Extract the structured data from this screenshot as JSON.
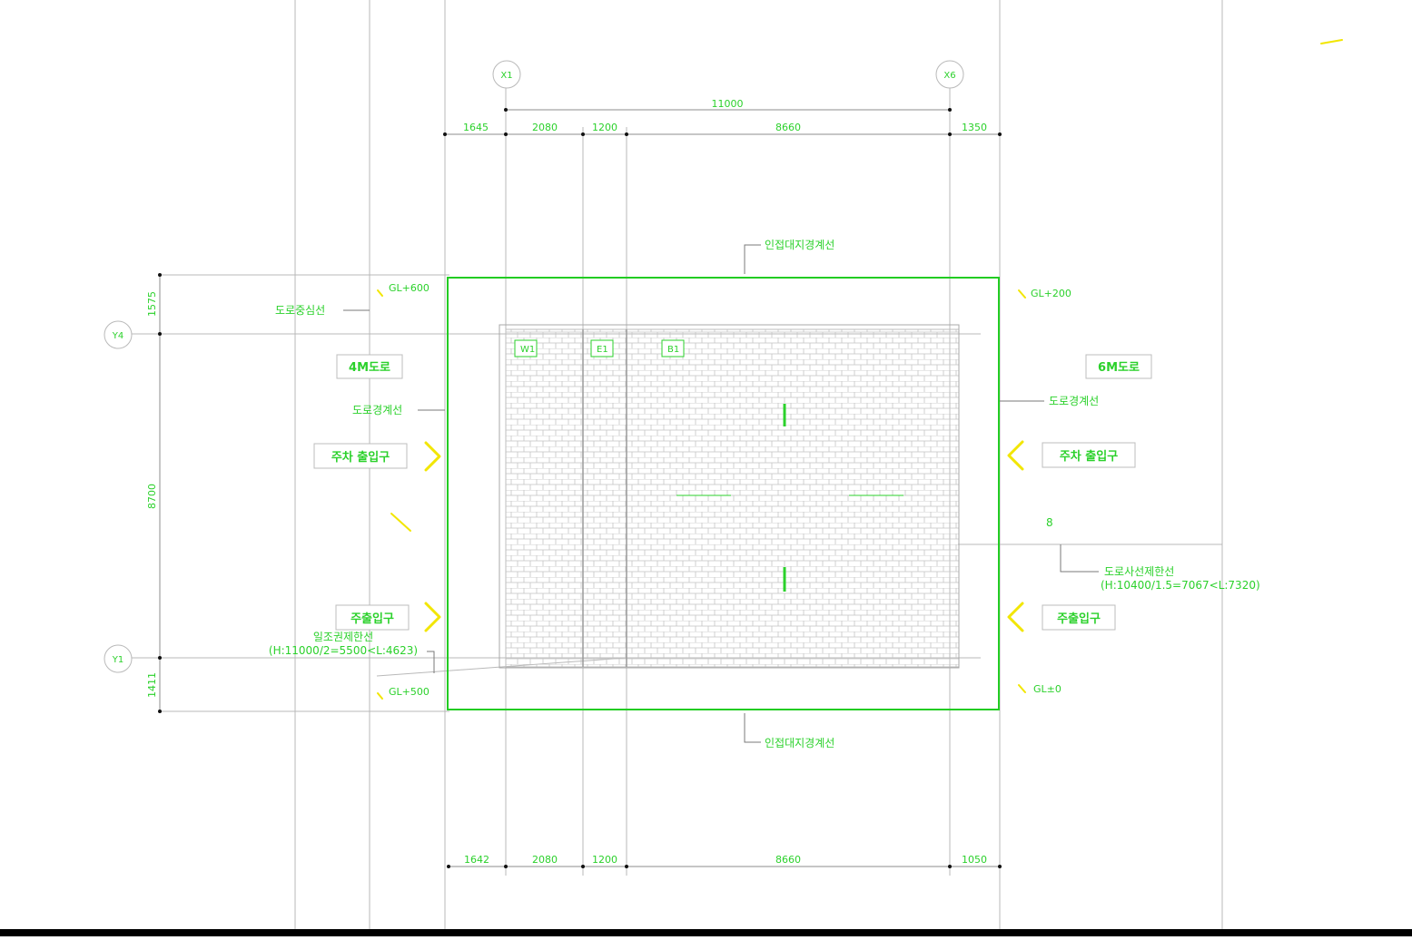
{
  "colors": {
    "line": "#2bd12b",
    "boundary": "#22cc22",
    "arrow": "#f2e600",
    "grid": "#b9b9b9",
    "tile": "#cfcfcf",
    "background": "#ffffff"
  },
  "axes": {
    "x1": "X1",
    "x6": "X6",
    "y4": "Y4",
    "y1": "Y1"
  },
  "dimensions": {
    "top_total": "11000",
    "top": [
      "1645",
      "2080",
      "1200",
      "8660",
      "1350"
    ],
    "bottom": [
      "1642",
      "2080",
      "1200",
      "8660",
      "1050"
    ],
    "left": [
      "1575",
      "8700",
      "1411"
    ]
  },
  "labels": {
    "top_boundary": "인접대지경계선",
    "bottom_boundary": "인접대지경계선",
    "road_center": "도로중심선",
    "left_road_boundary": "도로경계선",
    "right_road_boundary": "도로경계선",
    "left_road": "4M도로",
    "right_road": "6M도로",
    "parking_left": "주차 출입구",
    "parking_right": "주차 출입구",
    "entry_left": "주출입구",
    "entry_right": "주출입구",
    "setback_left_line1": "일조권제한선",
    "setback_left_line2": "(H:11000/2=5500<L:4623)",
    "setback_right_line1": "도로사선제한선",
    "setback_right_line2": "(H:10400/1.5=7067<L:7320)",
    "right_mark": "8"
  },
  "levels": {
    "top_left": "GL+600",
    "top_right": "GL+200",
    "bottom_left": "GL+500",
    "bottom_right": "GL±0"
  },
  "rooms": {
    "room1": "W1",
    "room2": "E1",
    "room3": "B1"
  },
  "icons": [
    "circle-axis-marker-icon",
    "chevron-arrow-icon",
    "dimension-tick-icon"
  ]
}
